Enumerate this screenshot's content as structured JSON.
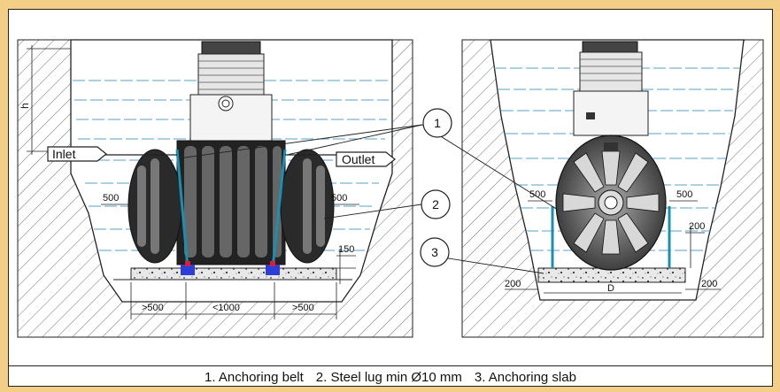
{
  "labels": {
    "inlet": "Inlet",
    "outlet": "Outlet",
    "height": "h",
    "side_clear_left": "500",
    "side_clear_right": "500",
    "slab_thickness": "150",
    "bottom_left": ">500",
    "bottom_mid": "<1000",
    "bottom_right": ">500",
    "r_side_left": "500",
    "r_side_right": "500",
    "r_vertical": "200",
    "r_slab_left": "200",
    "r_slab_right": "200",
    "r_diameter": "D"
  },
  "callouts": [
    "1",
    "2",
    "3"
  ],
  "legend": [
    "1. Anchoring belt",
    "2. Steel lug min Ø10 mm",
    "3. Anchoring slab"
  ],
  "colors": {
    "background": "#f2ce86",
    "water_line": "#5aa0c8",
    "belt": "#1a8fb4",
    "lug": "#2b3fd6",
    "lug_accent": "#e01a3a"
  }
}
